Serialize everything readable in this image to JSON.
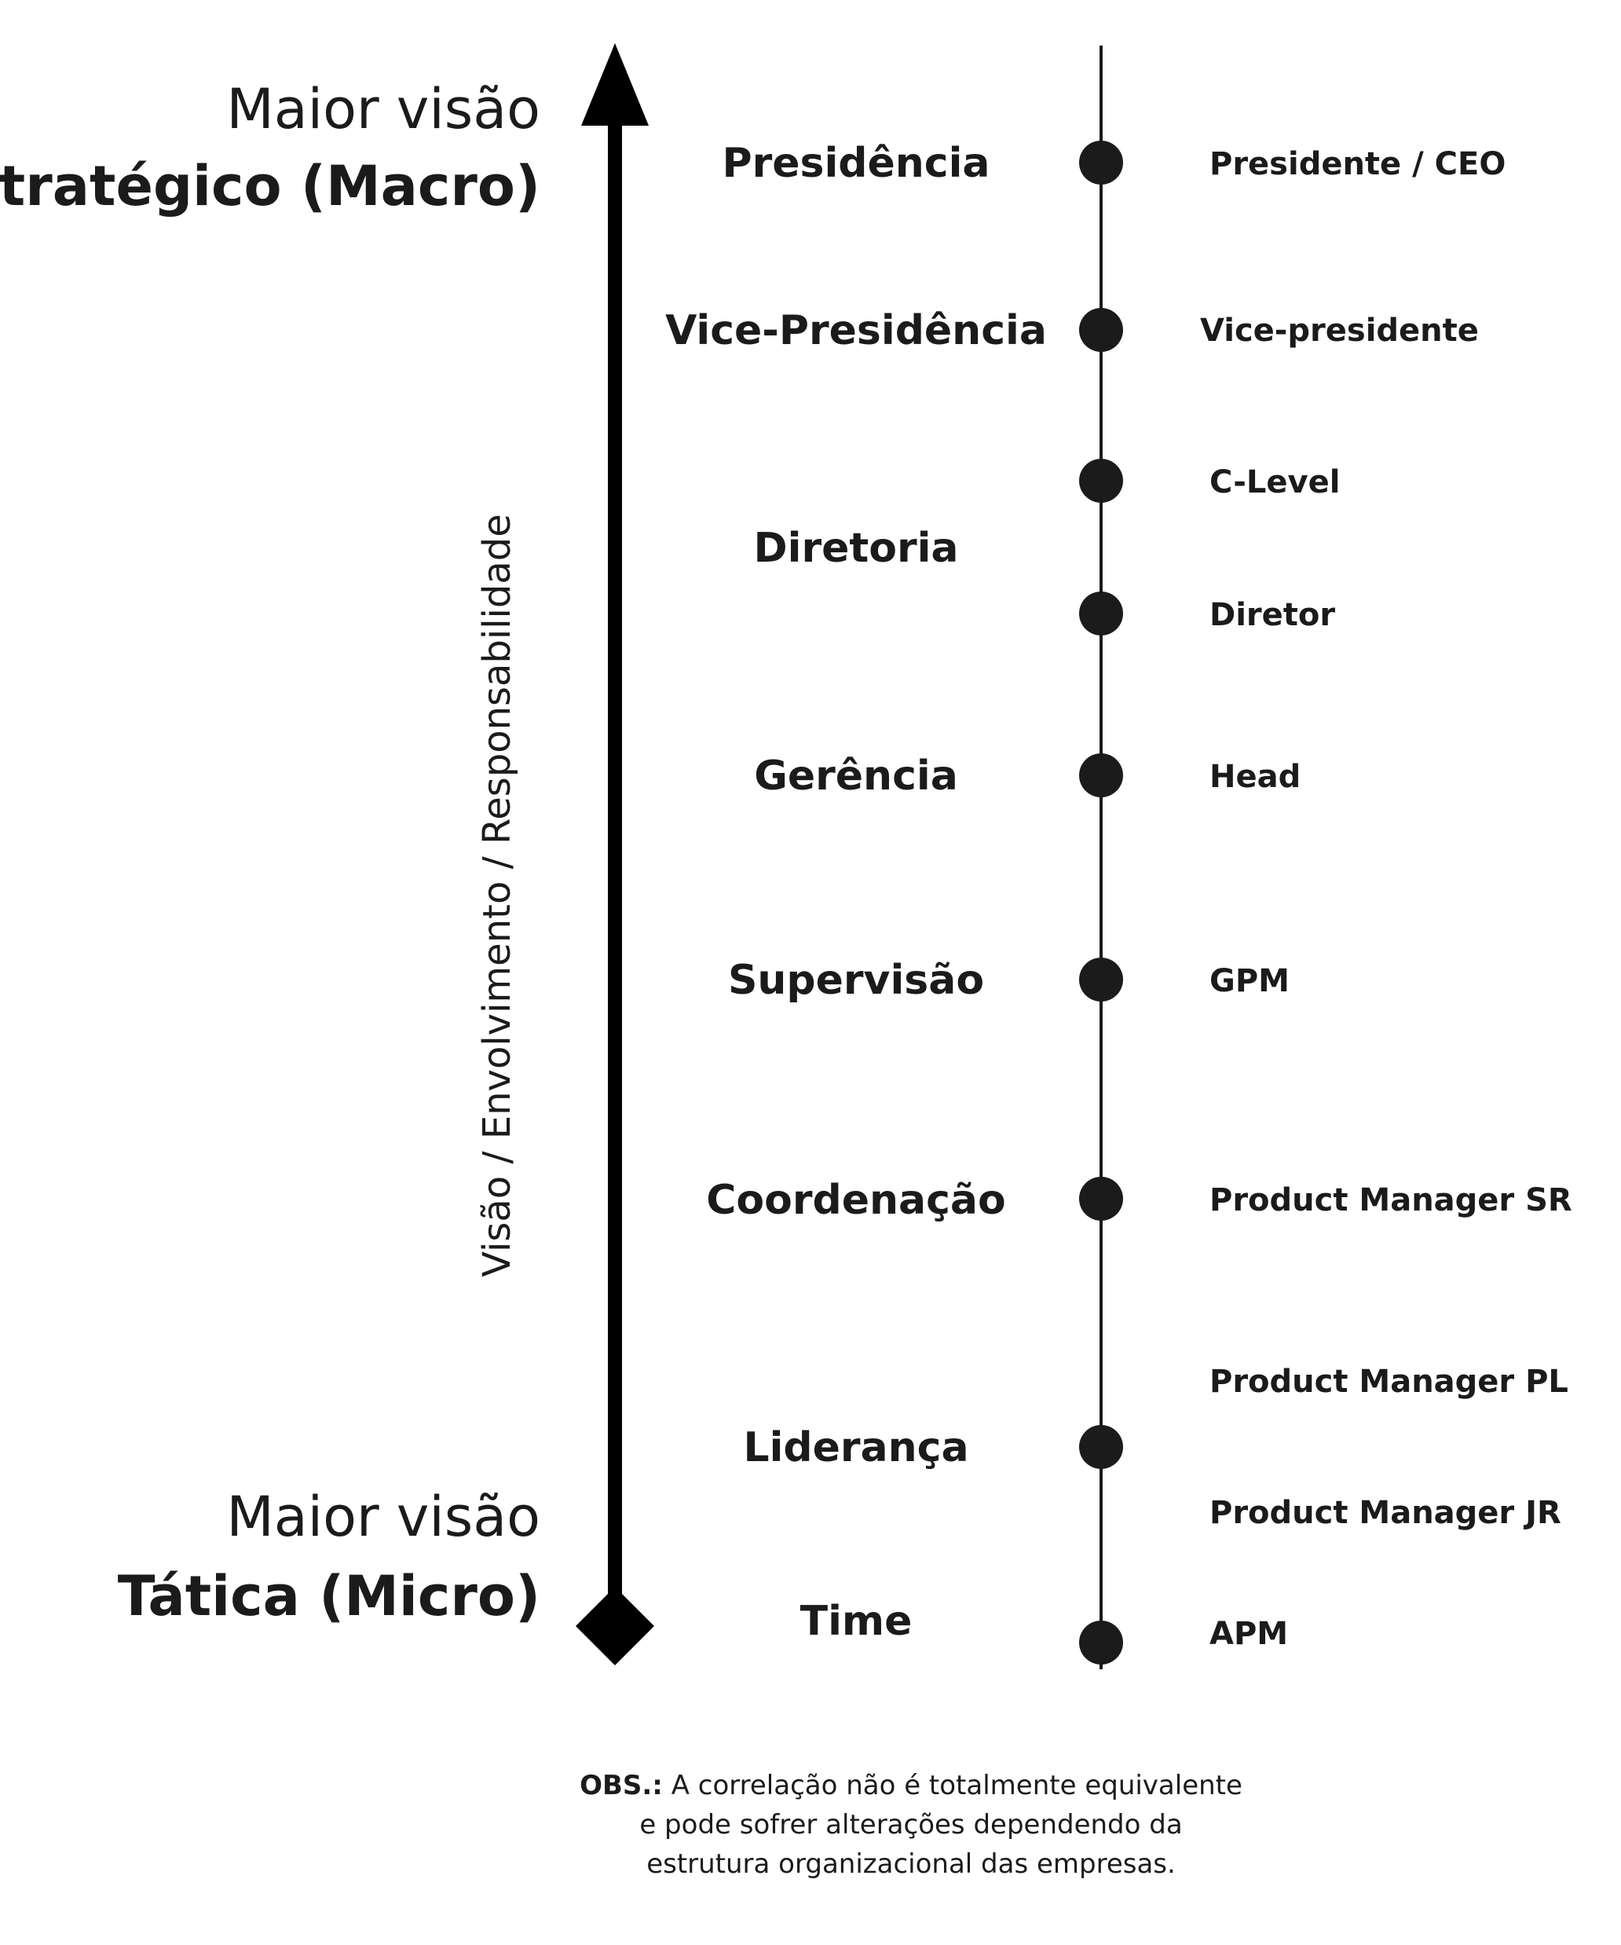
{
  "top_side": {
    "line1": "Maior visão",
    "line2": "Estratégico (Macro)"
  },
  "bottom_side": {
    "line1": "Maior visão",
    "line2": "Tática  (Micro)"
  },
  "axis_label": "Visão / Envolvimento / Responsabilidade",
  "levels": [
    "Presidência",
    "Vice-Presidência",
    "Diretoria",
    "Gerência",
    "Supervisão",
    "Coordenação",
    "Liderança",
    "Time"
  ],
  "roles": [
    "Presidente / CEO",
    "Vice-presidente",
    "C-Level",
    "Diretor",
    "Head",
    "GPM",
    "Product Manager SR",
    "Product Manager PL",
    "Product Manager JR",
    "APM"
  ],
  "note": {
    "prefix": "OBS.:",
    "line1": " A correlação não é totalmente equivalente",
    "line2": "e pode sofrer alterações dependendo da",
    "line3": "estrutura organizacional das empresas."
  },
  "colors": {
    "ink": "#1b1b1b",
    "background": "#ffffff"
  }
}
